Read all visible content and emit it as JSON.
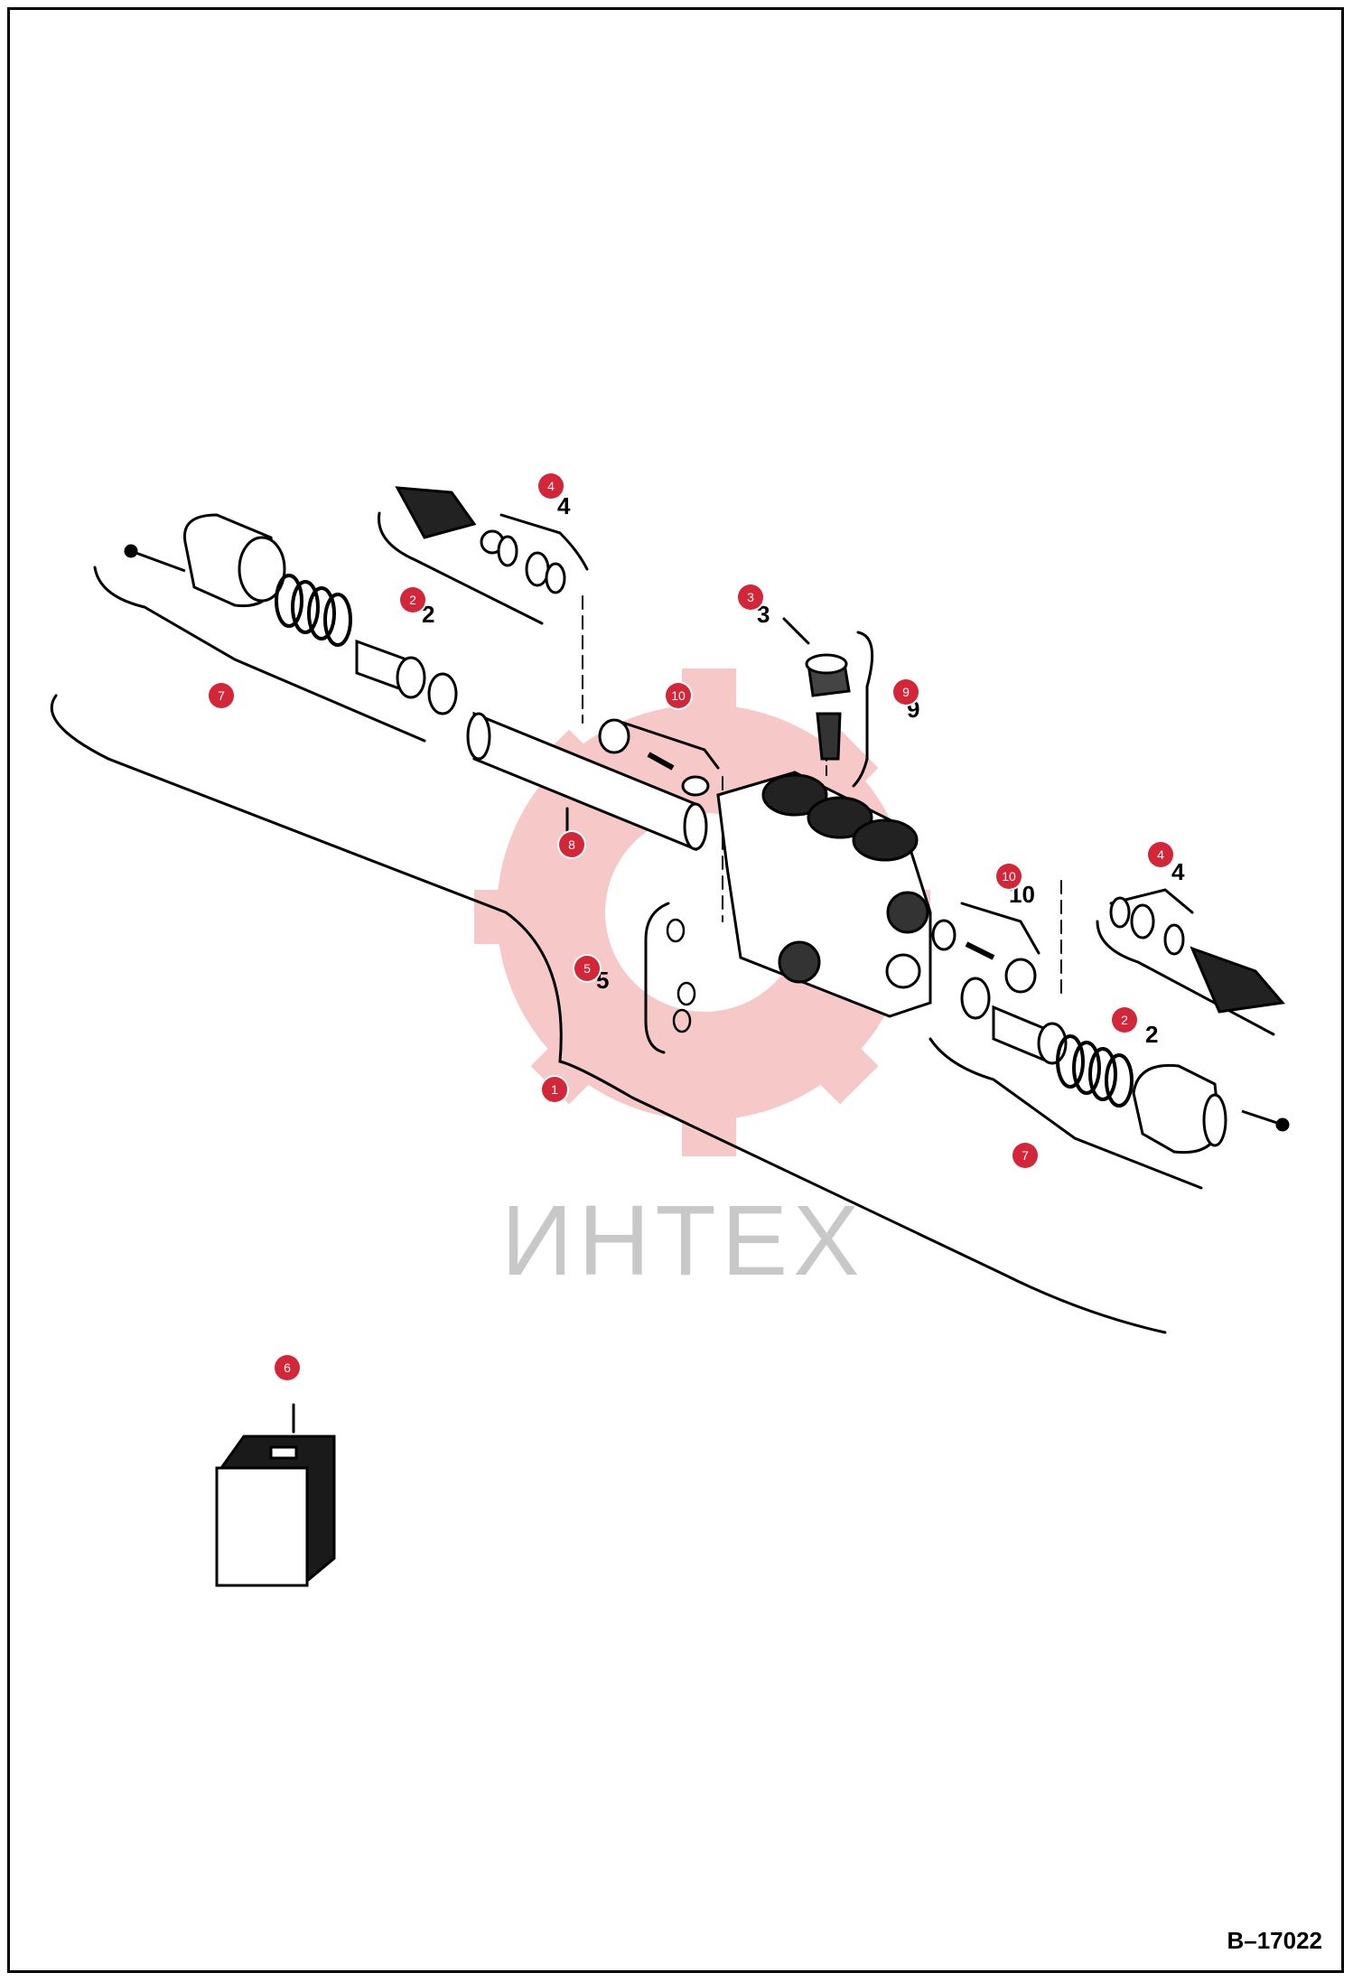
{
  "figure_id": "B–17022",
  "watermark": {
    "text": "ИНТЕХ",
    "color": "#f4b6b6"
  },
  "callout_color": "#d32638",
  "callouts": [
    {
      "id": "c4a",
      "label": "4"
    },
    {
      "id": "c2a",
      "label": "2"
    },
    {
      "id": "c3",
      "label": "3"
    },
    {
      "id": "c9",
      "label": "9"
    },
    {
      "id": "c7a",
      "label": "7"
    },
    {
      "id": "c10a",
      "label": "10"
    },
    {
      "id": "c8",
      "label": "8"
    },
    {
      "id": "c4b",
      "label": "4"
    },
    {
      "id": "c10b",
      "label": "10"
    },
    {
      "id": "c5",
      "label": "5"
    },
    {
      "id": "c2b",
      "label": "2"
    },
    {
      "id": "c1",
      "label": "1"
    },
    {
      "id": "c7b",
      "label": "7"
    },
    {
      "id": "c6",
      "label": "6"
    }
  ]
}
